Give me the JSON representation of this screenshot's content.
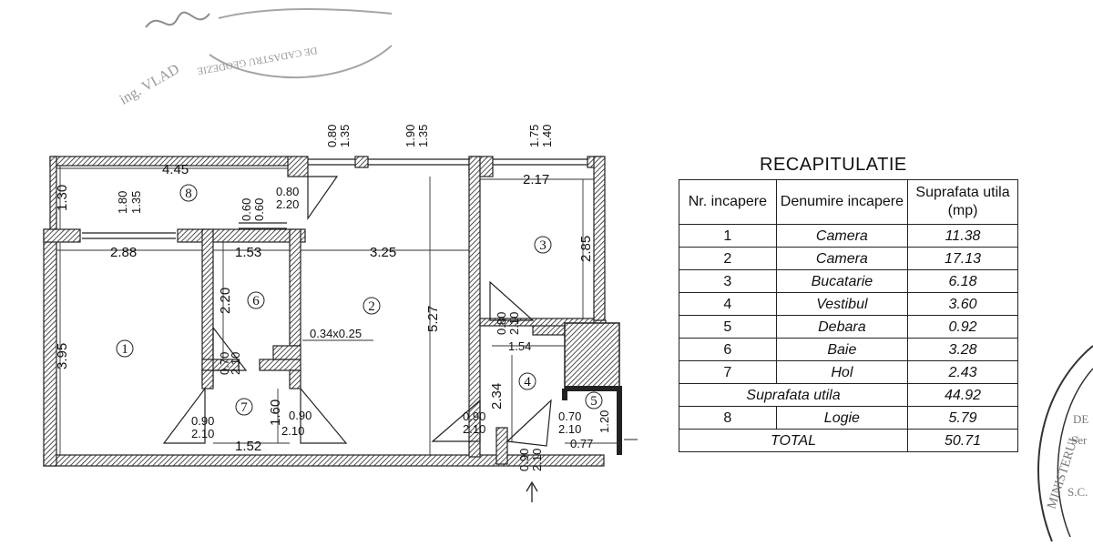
{
  "stamp_top": {
    "signature_text": "ing. VLAD",
    "seal_text": "DE CADASTRU GEODEZIE"
  },
  "stamp_right": {
    "text": "MINISTERUL",
    "lines": [
      "DE",
      "Ser",
      "S.C."
    ]
  },
  "plan": {
    "rooms": [
      {
        "num": "1"
      },
      {
        "num": "2"
      },
      {
        "num": "3"
      },
      {
        "num": "4"
      },
      {
        "num": "5"
      },
      {
        "num": "6"
      },
      {
        "num": "7"
      },
      {
        "num": "8"
      }
    ],
    "dimensions": {
      "logia_len": "4.45",
      "logia_depth": "1.30",
      "win_logia_a": "1.80",
      "win_logia_b": "1.35",
      "win_logia_c": "0.60",
      "win_logia_d": "0.60",
      "door_logia_a": "0.80",
      "door_logia_b": "2.20",
      "win_top1_a": "0.80",
      "win_top1_b": "1.35",
      "win_top2_a": "1.90",
      "win_top2_b": "1.35",
      "win_top3_a": "1.75",
      "win_top3_b": "1.40",
      "r1_width": "2.88",
      "r1_depth": "3.95",
      "r6_width": "1.53",
      "r6_depth": "2.20",
      "r2_width": "3.25",
      "r2_depth": "5.27",
      "r3_width": "2.17",
      "r3_depth": "2.85",
      "shaft": "0.34x0.25",
      "door6_a": "0.70",
      "door6_b": "2.10",
      "door_hall4_a": "0.80",
      "door_hall4_b": "2.10",
      "r4_width": "1.54",
      "r4_depth": "2.34",
      "hol_depth": "1.60",
      "door1_a": "0.90",
      "door1_b": "2.10",
      "door2_a": "0.90",
      "door2_b": "2.10",
      "hol_width": "1.52",
      "door4_a": "0.90",
      "door4_b": "2.10",
      "door5_a": "0.70",
      "door5_b": "2.10",
      "r5_side": "1.20",
      "r5_width": "0.77",
      "entrance_a": "0.90",
      "entrance_b": "2.10"
    }
  },
  "recap": {
    "title": "RECAPITULATIE",
    "headers": [
      "Nr. incapere",
      "Denumire incapere",
      "Suprafata utila (mp)"
    ],
    "rows": [
      {
        "nr": "1",
        "name": "Camera",
        "area": "11.38"
      },
      {
        "nr": "2",
        "name": "Camera",
        "area": "17.13"
      },
      {
        "nr": "3",
        "name": "Bucatarie",
        "area": "6.18"
      },
      {
        "nr": "4",
        "name": "Vestibul",
        "area": "3.60"
      },
      {
        "nr": "5",
        "name": "Debara",
        "area": "0.92"
      },
      {
        "nr": "6",
        "name": "Baie",
        "area": "3.28"
      },
      {
        "nr": "7",
        "name": "Hol",
        "area": "2.43"
      }
    ],
    "subtotal": {
      "label": "Suprafata utila",
      "area": "44.92"
    },
    "logia": {
      "nr": "8",
      "name": "Logie",
      "area": "5.79"
    },
    "total": {
      "label": "TOTAL",
      "area": "50.71"
    }
  }
}
